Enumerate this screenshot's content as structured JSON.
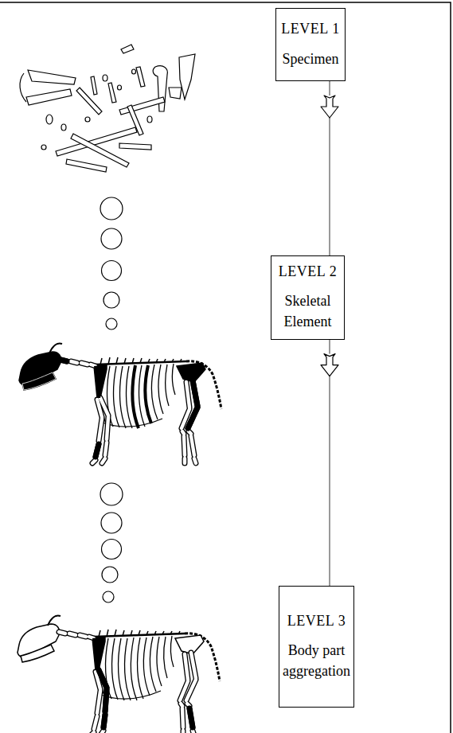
{
  "diagram": {
    "nodes": [
      {
        "text": [
          "LEVEL 1",
          "Specimen"
        ]
      },
      {
        "text": [
          "LEVEL 2",
          "Skeletal Element"
        ]
      },
      {
        "text": [
          "LEVEL 3",
          "Body part aggregation"
        ]
      }
    ],
    "edges": [
      {
        "from": 0,
        "to": 1,
        "arrow": "to"
      },
      {
        "from": 1,
        "to": 2,
        "arrow": "to"
      }
    ]
  }
}
